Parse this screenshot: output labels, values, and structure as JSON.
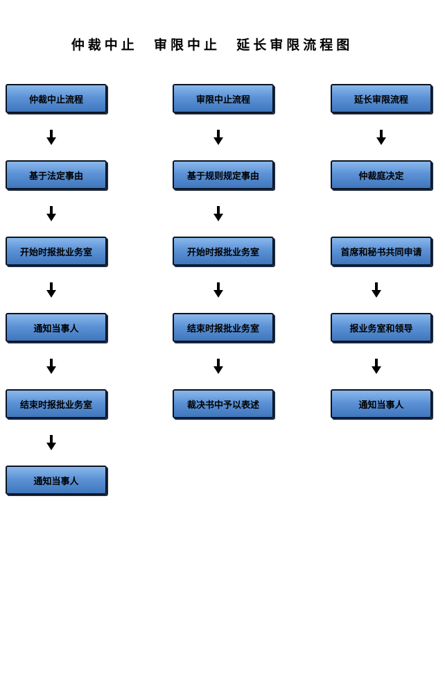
{
  "title": "仲裁中止  审限中止  延长审限流程图",
  "colors": {
    "node_fill_top": "#8ab8ec",
    "node_fill_bottom": "#3f76bd",
    "node_border": "#0b1220",
    "arrow": "#000000"
  },
  "columns": [
    {
      "steps": [
        "仲裁中止流程",
        "基于法定事由",
        "开始时报批业务室",
        "通知当事人",
        "结束时报批业务室",
        "通知当事人"
      ]
    },
    {
      "steps": [
        "审限中止流程",
        "基于规则规定事由",
        "开始时报批业务室",
        "结束时报批业务室",
        "裁决书中予以表述"
      ]
    },
    {
      "steps": [
        "延长审限流程",
        "仲裁庭决定",
        "首席和秘书共同申请",
        "报业务室和领导",
        "通知当事人"
      ]
    }
  ]
}
